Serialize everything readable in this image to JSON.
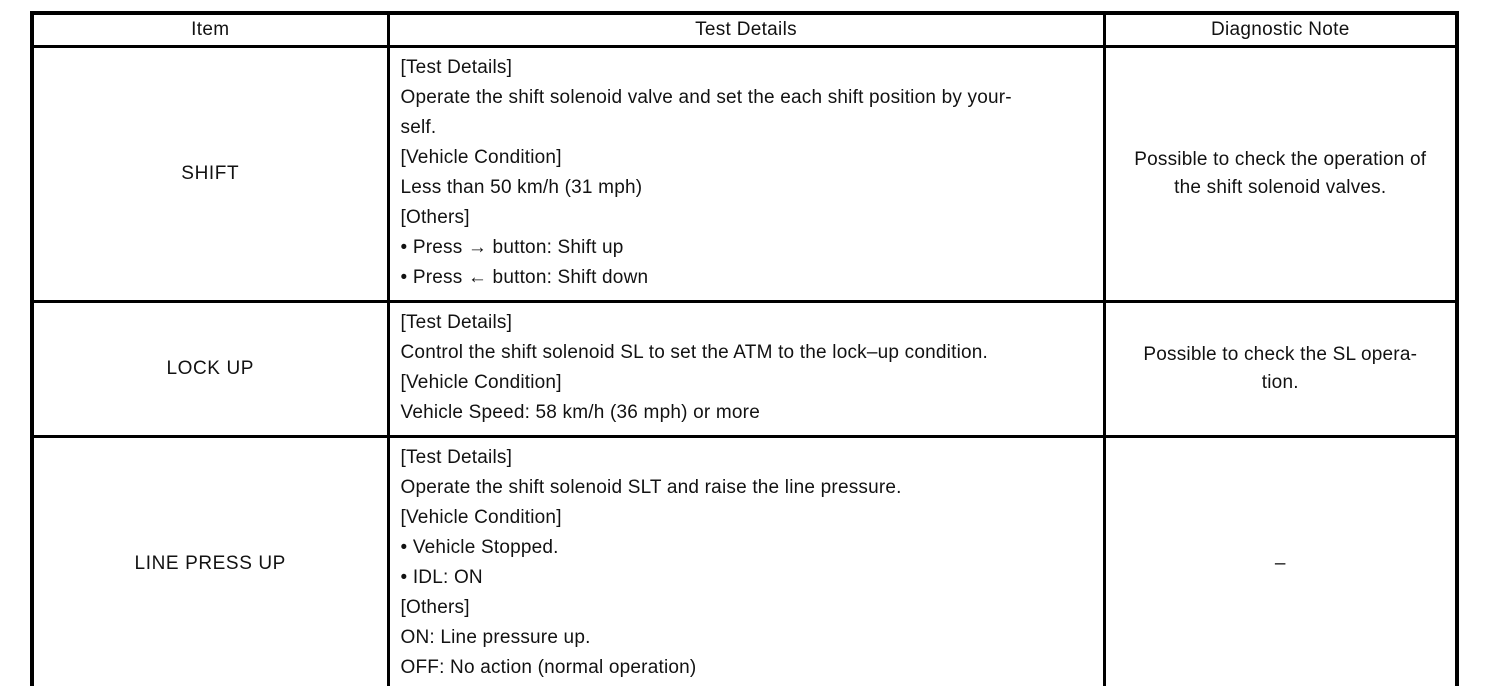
{
  "page": {
    "background_color": "#ffffff",
    "border_color": "#000000",
    "text_color": "#121212"
  },
  "table": {
    "headers": [
      "Item",
      "Test Details",
      "Diagnostic Note"
    ],
    "rows": [
      {
        "item": "SHIFT",
        "test_details_lines": [
          "[Test Details]",
          "Operate the shift solenoid valve and set the each shift position by your-",
          "self.",
          "[Vehicle Condition]",
          "Less than 50 km/h (31 mph)",
          "[Others]",
          "• Press → button: Shift up",
          "• Press ← button: Shift down"
        ],
        "diagnostic_note_lines": [
          "Possible to check the operation of",
          "the shift solenoid valves."
        ]
      },
      {
        "item": "LOCK UP",
        "test_details_lines": [
          "[Test Details]",
          "Control the shift solenoid SL to set the ATM to the lock–up condition.",
          "[Vehicle Condition]",
          "Vehicle Speed: 58 km/h (36 mph) or more"
        ],
        "diagnostic_note_lines": [
          "Possible to check the SL opera-",
          "tion."
        ]
      },
      {
        "item": "LINE PRESS UP",
        "test_details_lines": [
          "[Test Details]",
          "Operate the shift solenoid SLT and raise the line pressure.",
          "[Vehicle Condition]",
          "• Vehicle Stopped.",
          "• IDL: ON",
          "[Others]",
          "ON: Line pressure up.",
          "OFF: No action (normal operation)"
        ],
        "diagnostic_note_lines": [
          "–"
        ]
      }
    ]
  }
}
